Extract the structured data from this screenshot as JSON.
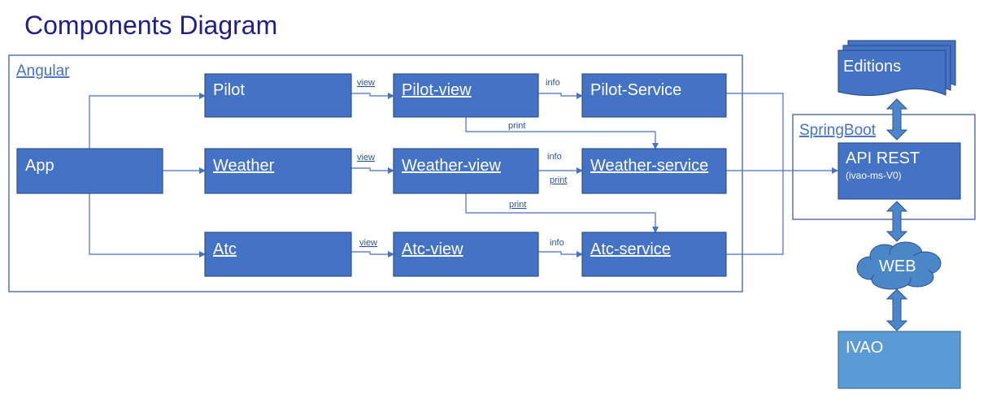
{
  "title": "Components Diagram",
  "containers": {
    "angular": "Angular",
    "springboot": "SpringBoot"
  },
  "components": {
    "app": "App",
    "pilot": "Pilot",
    "weather": "Weather",
    "atc": "Atc",
    "pilot_view": "Pilot-view",
    "weather_view": "Weather-view",
    "atc_view": "Atc-view",
    "pilot_service": "Pilot-Service",
    "weather_service": "Weather-service",
    "atc_service": "Atc-service",
    "api_rest": "API REST",
    "api_rest_sub": "(ivao-ms-V0)",
    "editions": "Editions",
    "web": "WEB",
    "ivao": "IVAO"
  },
  "edge_labels": {
    "pilot_view": "view",
    "weather_view": "view",
    "atc_view": "view",
    "pilot_info": "info",
    "weather_info": "info",
    "atc_info": "info",
    "pilot_print": "print",
    "weather_print_top": "print",
    "weather_print_right": "print"
  },
  "colors": {
    "box": "#4472c4",
    "box_light": "#5b9bd5",
    "line": "#4472c4",
    "title": "#1f1f8a"
  }
}
